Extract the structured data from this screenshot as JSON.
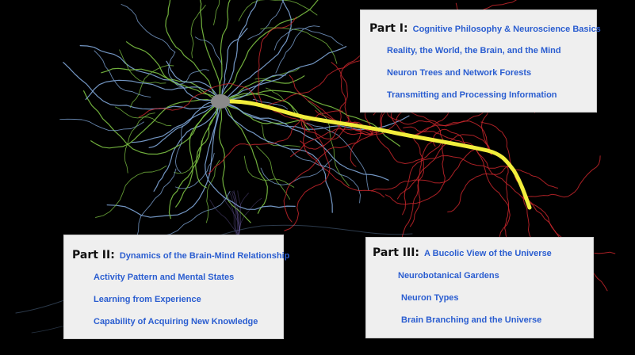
{
  "colors": {
    "background": "#000000",
    "panel_background": "#efefef",
    "link_blue": "#2a5dd0",
    "label_black": "#111111",
    "neuron_green": "#7cc142",
    "neuron_blue": "#7fa6d8",
    "neuron_red": "#c8262c",
    "axon_yellow": "#f2ee3c",
    "soma_grey": "#8a8a8a"
  },
  "part1": {
    "label": "Part I:",
    "title": "Cognitive Philosophy &  Neuroscience Basics",
    "items": [
      "Reality, the World, the Brain, and the Mind",
      "Neuron Trees and Network Forests",
      "Transmitting and Processing Information"
    ]
  },
  "part2": {
    "label": "Part II:",
    "title": "Dynamics of the Brain-Mind Relationship",
    "items": [
      "Activity Pattern and Mental States",
      "Learning from Experience",
      "Capability of Acquiring New Knowledge"
    ]
  },
  "part3": {
    "label": "Part III:",
    "title": "A Bucolic View of the Universe",
    "items": [
      "Neurobotanical Gardens",
      "Neuron Types",
      "Brain Branching and the Universe"
    ]
  }
}
